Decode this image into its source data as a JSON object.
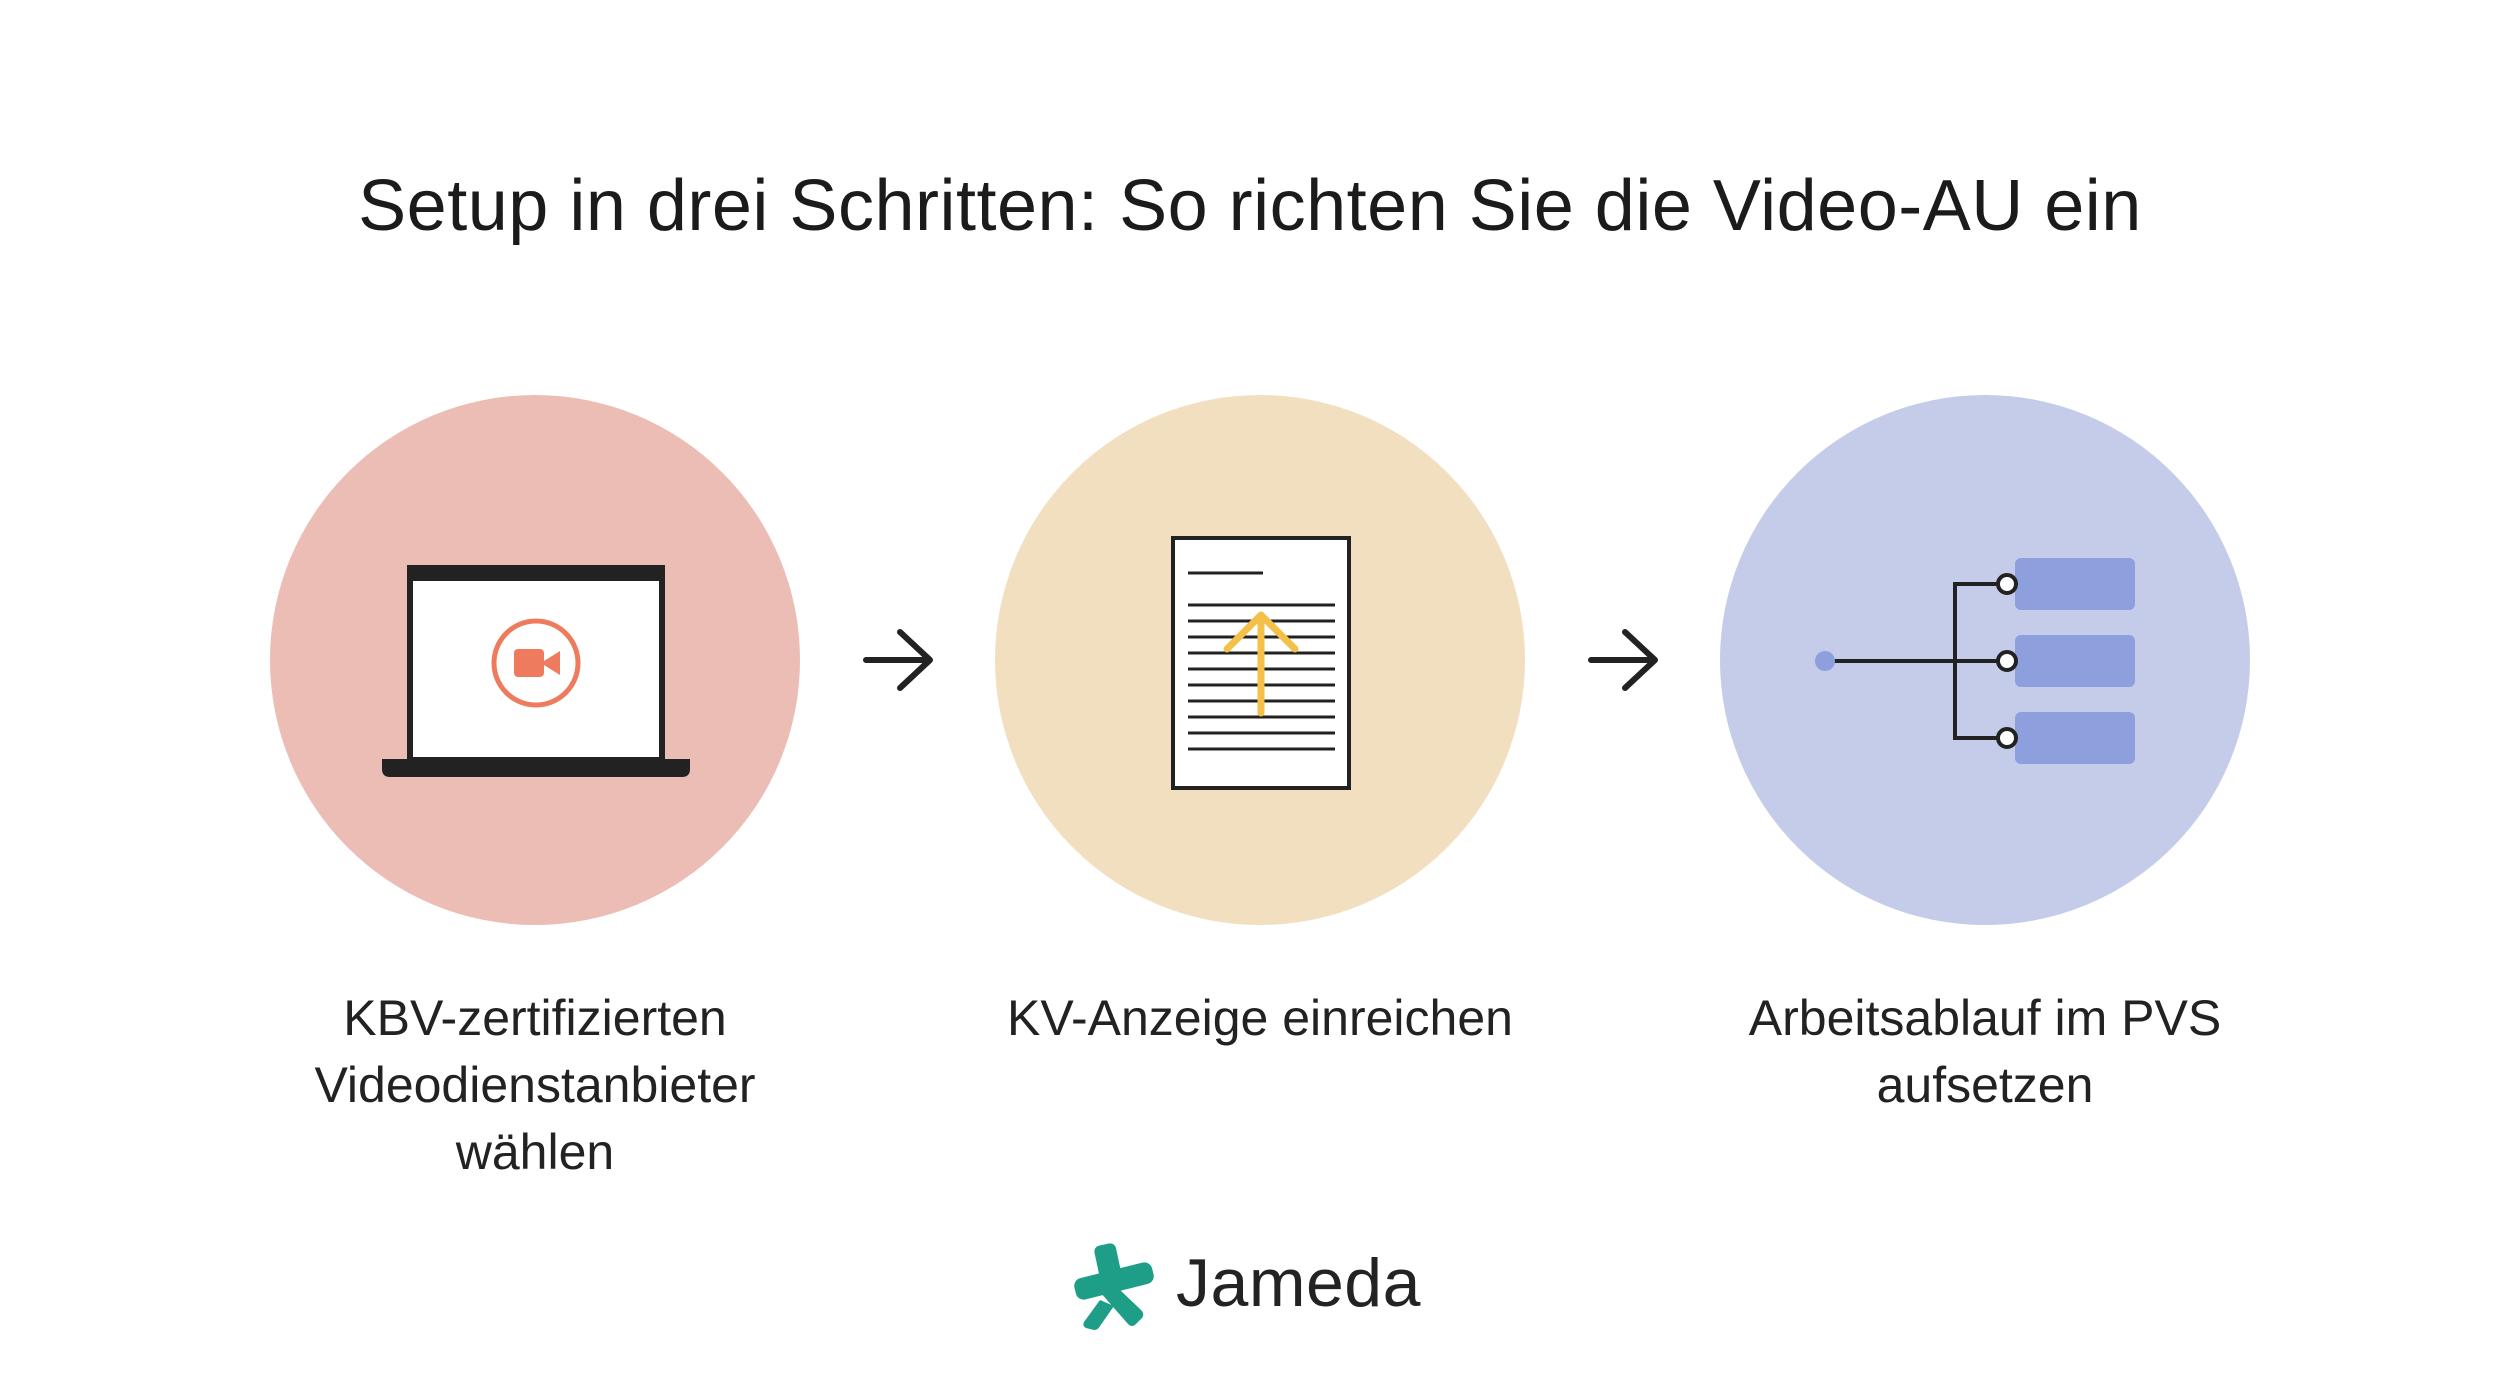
{
  "title": "Setup in drei Schritten: So richten Sie die Video-AU ein",
  "steps": [
    {
      "label_lines": [
        "KBV-zertifizierten",
        "Videodienstanbieter",
        "wählen"
      ],
      "icon": "laptop-video-icon",
      "circle_color": "#ecbdb4"
    },
    {
      "label_lines": [
        "KV-Anzeige einreichen"
      ],
      "icon": "document-upload-icon",
      "circle_color": "#f2dfc0"
    },
    {
      "label_lines": [
        "Arbeitsablauf im PVS",
        "aufsetzen"
      ],
      "icon": "workflow-branch-icon",
      "circle_color": "#c4cce9"
    }
  ],
  "arrow_icon": "arrow-right-icon",
  "logo": {
    "text": "Jameda",
    "icon": "jameda-logo-icon",
    "color": "#1f9e87"
  },
  "colors": {
    "accent_red": "#ee7b5e",
    "accent_yellow": "#f4c04a",
    "accent_blue": "#8e9fdd",
    "dark": "#1f1f1f"
  }
}
